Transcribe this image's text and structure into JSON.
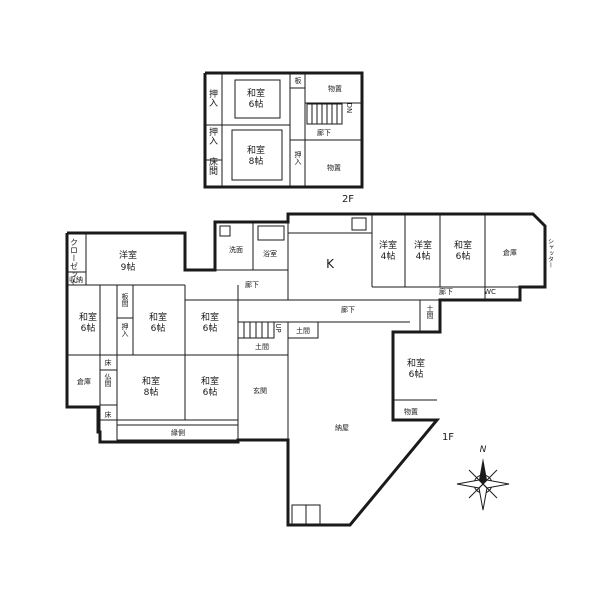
{
  "floors": {
    "second": "2F",
    "first": "1F"
  },
  "compass": "N",
  "rooms2f": {
    "washitsu6": {
      "name": "和室",
      "size": "6帖"
    },
    "washitsu8": {
      "name": "和室",
      "size": "8帖"
    },
    "oshiire_a": "押入",
    "oshiire_b": "押入",
    "oshiire_c": "押入",
    "tokonoma": "床間",
    "ita": "板",
    "monooki_a": "物置",
    "monooki_b": "物置",
    "rouka": "廊下",
    "dn": "DN"
  },
  "rooms1f": {
    "youshitsu9": {
      "name": "洋室",
      "size": "9帖"
    },
    "closet_v": "クローゼット",
    "shuno": "収納",
    "senmen": "洗面",
    "yokushitsu": "浴室",
    "kitchen": "K",
    "youshitsu4a": {
      "name": "洋室",
      "size": "4帖"
    },
    "youshitsu4b": {
      "name": "洋室",
      "size": "4帖"
    },
    "washitsu6_e": {
      "name": "和室",
      "size": "6帖"
    },
    "souko_e": "倉庫",
    "shutter": "シャッター",
    "rouka_a": "廊下",
    "rouka_b": "廊下",
    "rouka_c": "廊下",
    "wc": "WC",
    "washitsu6_w": {
      "name": "和室",
      "size": "6帖"
    },
    "itama": "板間",
    "washitsu6_m1": {
      "name": "和室",
      "size": "6帖"
    },
    "washitsu6_m2": {
      "name": "和室",
      "size": "6帖"
    },
    "oshiire": "押入",
    "up": "UP",
    "doma_a": "土間",
    "doma_b": "土間",
    "doma_c": "土間",
    "washitsu6_se": {
      "name": "和室",
      "size": "6帖"
    },
    "monooki": "物置",
    "souko_w": "倉庫",
    "toko_a": "床",
    "toko_b": "床",
    "butsuma": "仏間",
    "washitsu8_s": {
      "name": "和室",
      "size": "8帖"
    },
    "washitsu6_s": {
      "name": "和室",
      "size": "6帖"
    },
    "genkan": "玄関",
    "nandou": "納屋",
    "engawa": "縁側"
  }
}
